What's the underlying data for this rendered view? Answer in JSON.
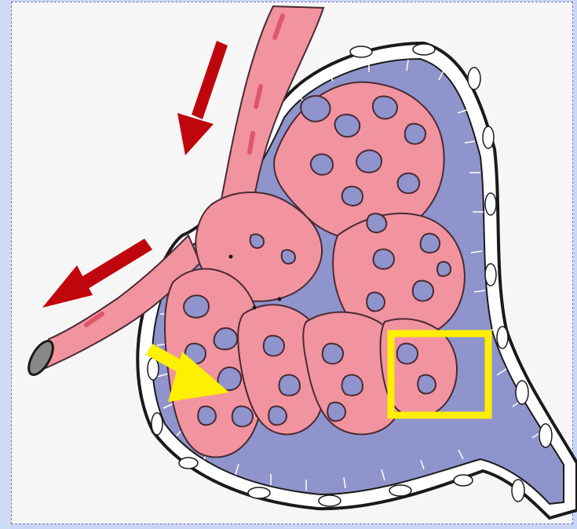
{
  "diagram": {
    "subject": "",
    "colors": {
      "background": "#c9d6f5",
      "panel": "#f6f6f6",
      "capsule_space": "#8f94cc",
      "capillary": "#f1949f",
      "capillary_outline": "#4a2a33",
      "arrow_red": "#c0060d",
      "highlight_yellow": "#ffef00"
    },
    "markers": [
      {
        "kind": "arrow",
        "color": "red",
        "direction": "down"
      },
      {
        "kind": "arrow",
        "color": "red",
        "direction": "down-left"
      },
      {
        "kind": "arrow",
        "color": "yellow",
        "direction": "down-right"
      },
      {
        "kind": "box",
        "color": "yellow"
      }
    ]
  }
}
